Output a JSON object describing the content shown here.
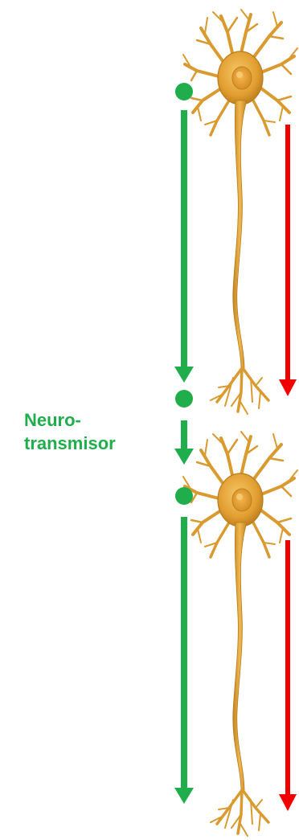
{
  "label": {
    "line1": "Neuro-",
    "line2": "transmisor"
  },
  "colors": {
    "green": "#1fae4b",
    "red": "#f20000",
    "neuron_body": "#e0a43a",
    "neuron_dark": "#b87a1a",
    "neuron_light": "#f4c46a",
    "background": "#ffffff"
  },
  "neurons": [
    {
      "name": "upper-neuron"
    },
    {
      "name": "lower-neuron"
    }
  ]
}
